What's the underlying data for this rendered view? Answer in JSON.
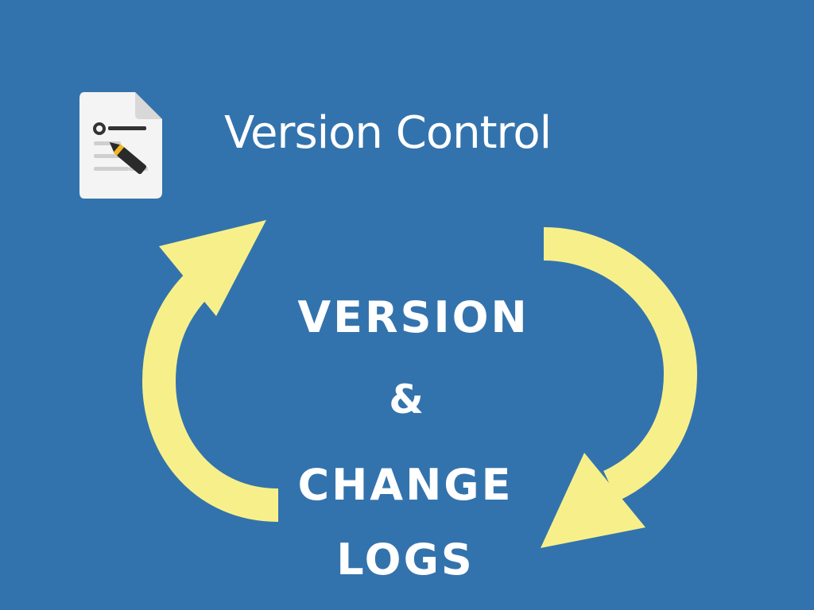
{
  "slide": {
    "title": "Version Control",
    "center_lines": {
      "line1": "VERSION",
      "line2": "&",
      "line3": "CHANGE",
      "line4": "LOGS"
    }
  },
  "colors": {
    "background": "#3373ad",
    "arrow": "#f7f08a",
    "text": "#ffffff",
    "document": "#f4f4f4"
  },
  "icons": {
    "document": "document-edit-icon",
    "cycle": "refresh-cycle-arrows"
  }
}
